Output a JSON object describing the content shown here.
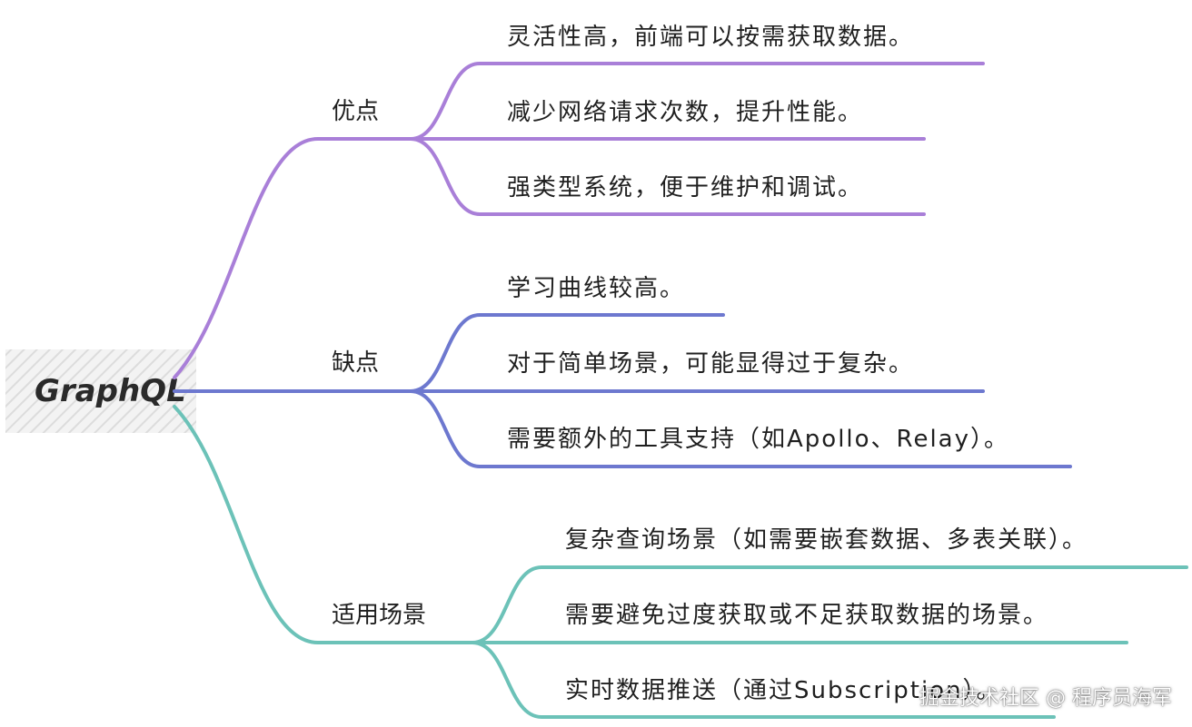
{
  "root": {
    "label": "GraphQL"
  },
  "branches": [
    {
      "label": "优点",
      "color": "#a97fd8",
      "leaves": [
        "灵活性高，前端可以按需获取数据。",
        "减少网络请求次数，提升性能。",
        "强类型系统，便于维护和调试。"
      ]
    },
    {
      "label": "缺点",
      "color": "#6d78cf",
      "leaves": [
        "学习曲线较高。",
        "对于简单场景，可能显得过于复杂。",
        "需要额外的工具支持（如Apollo、Relay）。"
      ]
    },
    {
      "label": "适用场景",
      "color": "#6cc2b8",
      "leaves": [
        "复杂查询场景（如需要嵌套数据、多表关联）。",
        "需要避免过度获取或不足获取数据的场景。",
        "实时数据推送（通过Subscription）。"
      ]
    }
  ],
  "watermark": "掘金技术社区 @ 程序员海军"
}
